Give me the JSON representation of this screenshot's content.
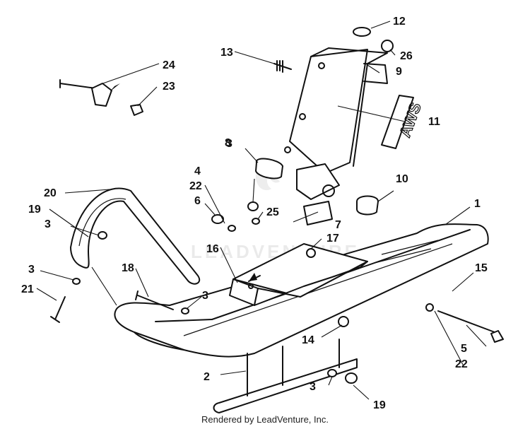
{
  "callouts": [
    {
      "num": "1"
    },
    {
      "num": "2"
    },
    {
      "num": "3"
    },
    {
      "num": "3"
    },
    {
      "num": "3"
    },
    {
      "num": "3"
    },
    {
      "num": "3"
    },
    {
      "num": "4"
    },
    {
      "num": "5"
    },
    {
      "num": "6"
    },
    {
      "num": "7"
    },
    {
      "num": "8"
    },
    {
      "num": "9"
    },
    {
      "num": "10"
    },
    {
      "num": "11"
    },
    {
      "num": "12"
    },
    {
      "num": "13"
    },
    {
      "num": "14"
    },
    {
      "num": "15"
    },
    {
      "num": "16"
    },
    {
      "num": "17"
    },
    {
      "num": "18"
    },
    {
      "num": "19"
    },
    {
      "num": "19"
    },
    {
      "num": "20"
    },
    {
      "num": "21"
    },
    {
      "num": "22"
    },
    {
      "num": "22"
    },
    {
      "num": "23"
    },
    {
      "num": "24"
    },
    {
      "num": "25"
    },
    {
      "num": "26"
    }
  ],
  "decal_text": "AWS",
  "watermark": "LEADVENTURE",
  "footer": "Rendered by LeadVenture, Inc."
}
